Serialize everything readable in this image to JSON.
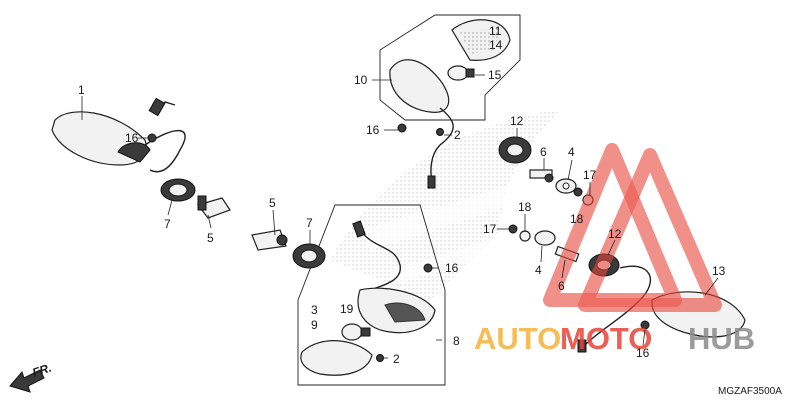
{
  "diagram": {
    "labels": {
      "l1": "1",
      "l2a": "2",
      "l2b": "2",
      "l3": "3",
      "l4a": "4",
      "l4b": "4",
      "l5a": "5",
      "l5b": "5",
      "l6a": "6",
      "l6b": "6",
      "l7a": "7",
      "l7b": "7",
      "l8": "8",
      "l9": "9",
      "l10": "10",
      "l11": "11",
      "l12a": "12",
      "l12b": "12",
      "l13": "13",
      "l14": "14",
      "l15": "15",
      "l16a": "16",
      "l16b": "16",
      "l16c": "16",
      "l16d": "16",
      "l17a": "17",
      "l17b": "17",
      "l18a": "18",
      "l18b": "18",
      "l19": "19"
    },
    "direction_label": "FR.",
    "diagram_code": "MGZAF3500A"
  },
  "watermark": {
    "text_auto": "AUTO",
    "text_moto": "MOTO",
    "text_hub": "HUB",
    "colors": {
      "orange": "#f5b13c",
      "red": "#e8443a",
      "gray": "#8a8a8a"
    }
  }
}
